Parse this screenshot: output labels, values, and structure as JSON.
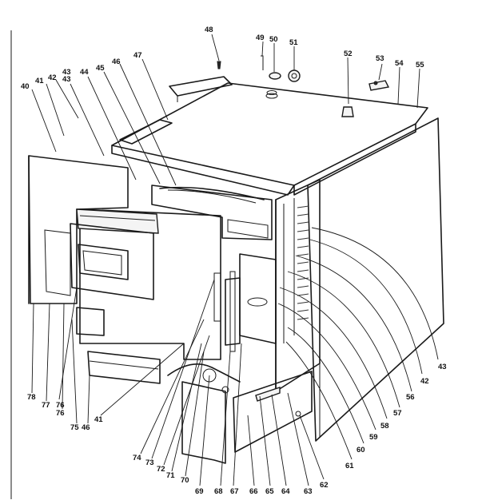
{
  "callouts": {
    "c48": "48",
    "c49": "49",
    "c50": "50",
    "c51": "51",
    "c52": "52",
    "c53": "53",
    "c54": "54",
    "c55": "55",
    "c40": "40",
    "c41a": "41",
    "c42a": "42",
    "c43a": "43",
    "c43b": "43",
    "c44": "44",
    "c45": "45",
    "c46a": "46",
    "c47": "47",
    "c43c": "43",
    "c42b": "42",
    "c56": "56",
    "c57": "57",
    "c58": "58",
    "c59": "59",
    "c60": "60",
    "c61": "61",
    "c62": "62",
    "c63": "63",
    "c64": "64",
    "c65": "65",
    "c66": "66",
    "c67": "67",
    "c68": "68",
    "c69": "69",
    "c70": "70",
    "c71": "71",
    "c72": "72",
    "c73": "73",
    "c74": "74",
    "c41b": "41",
    "c46b": "46",
    "c75": "75",
    "c76a": "76",
    "c76b": "76",
    "c77": "77",
    "c78": "78"
  }
}
